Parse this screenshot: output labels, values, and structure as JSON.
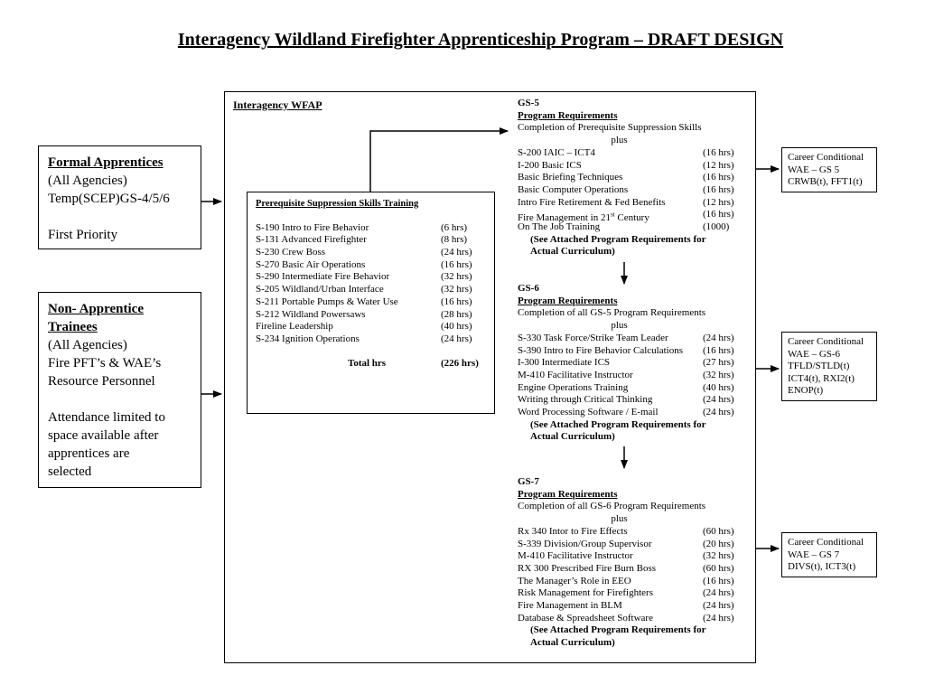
{
  "title": "Interagency Wildland Firefighter Apprenticeship Program – DRAFT DESIGN",
  "formal_apprentices": {
    "heading": "Formal Apprentices",
    "lines": [
      "(All Agencies)",
      "Temp(SCEP)GS-4/5/6"
    ],
    "priority": "First Priority"
  },
  "non_apprentice": {
    "heading_1": "Non- Apprentice",
    "heading_2": "Trainees",
    "lines": [
      "(All Agencies)",
      "Fire PFT’s & WAE’s",
      "Resource Personnel"
    ],
    "note": [
      "Attendance limited to",
      "space available after",
      "apprentices are",
      "selected"
    ]
  },
  "wfap": {
    "label": "Interagency WFAP"
  },
  "prereq": {
    "heading": "Prerequisite Suppression Skills Training",
    "courses": [
      {
        "name": "S-190 Intro to Fire Behavior",
        "hrs": "(6 hrs)"
      },
      {
        "name": "S-131 Advanced Firefighter",
        "hrs": "(8 hrs)"
      },
      {
        "name": "S-230 Crew Boss",
        "hrs": "(24 hrs)"
      },
      {
        "name": "S-270 Basic Air Operations",
        "hrs": "(16 hrs)"
      },
      {
        "name": "S-290 Intermediate Fire Behavior",
        "hrs": "(32 hrs)"
      },
      {
        "name": "S-205 Wildland/Urban Interface",
        "hrs": "(32 hrs)"
      },
      {
        "name": "S-211 Portable Pumps & Water Use",
        "hrs": "(16 hrs)"
      },
      {
        "name": "S-212 Wildland Powersaws",
        "hrs": "(28 hrs)"
      },
      {
        "name": "Fireline Leadership",
        "hrs": "(40 hrs)"
      },
      {
        "name": "S-234 Ignition Operations",
        "hrs": "(24 hrs)"
      }
    ],
    "total_label": "Total hrs",
    "total_hrs": "(226 hrs)"
  },
  "gs5": {
    "grade": "GS-5",
    "req_label": "Program Requirements",
    "completion": "Completion of Prerequisite Suppression Skills",
    "plus": "plus",
    "courses": [
      {
        "name": "S-200 IAIC – ICT4",
        "hrs": "(16 hrs)"
      },
      {
        "name": "I-200 Basic ICS",
        "hrs": "(12 hrs)"
      },
      {
        "name": "Basic Briefing Techniques",
        "hrs": "(16 hrs)"
      },
      {
        "name": "Basic Computer Operations",
        "hrs": "(16 hrs)"
      },
      {
        "name": "Intro Fire Retirement & Fed Benefits",
        "hrs": "(12 hrs)"
      },
      {
        "name_pre": "Fire Management in 21",
        "name_sup": "st",
        "name_post": " Century",
        "hrs": "(16 hrs)"
      },
      {
        "name": "On The Job Training",
        "hrs": "(1000)"
      }
    ],
    "note_1": "(See Attached Program Requirements for",
    "note_2": "Actual Curriculum)"
  },
  "gs6": {
    "grade": "GS-6",
    "req_label": "Program Requirements",
    "completion": "Completion of all GS-5 Program Requirements",
    "plus": "plus",
    "courses": [
      {
        "name": "S-330 Task Force/Strike Team Leader",
        "hrs": "(24 hrs)"
      },
      {
        "name": "S-390 Intro to Fire Behavior Calculations",
        "hrs": "(16 hrs)"
      },
      {
        "name": "I-300 Intermediate ICS",
        "hrs": "(27 hrs)"
      },
      {
        "name": "M-410 Facilitative Instructor",
        "hrs": "(32 hrs)"
      },
      {
        "name": "Engine Operations Training",
        "hrs": "(40 hrs)"
      },
      {
        "name": "Writing through Critical Thinking",
        "hrs": "(24 hrs)"
      },
      {
        "name": "Word Processing Software / E-mail",
        "hrs": "(24 hrs)"
      }
    ],
    "note_1": "(See Attached Program Requirements for",
    "note_2": "Actual Curriculum)"
  },
  "gs7": {
    "grade": "GS-7",
    "req_label": "Program Requirements",
    "completion": "Completion of all GS-6 Program Requirements",
    "plus": "plus",
    "courses": [
      {
        "name": "Rx 340 Intor to Fire Effects",
        "hrs": "(60 hrs)"
      },
      {
        "name": "S-339 Division/Group Supervisor",
        "hrs": "(20 hrs)"
      },
      {
        "name": "M-410 Facilitative Instructor",
        "hrs": "(32 hrs)"
      },
      {
        "name": "RX 300 Prescribed Fire Burn Boss",
        "hrs": "(60 hrs)"
      },
      {
        "name": "The Manager’s Role in EEO",
        "hrs": "(16 hrs)"
      },
      {
        "name": "Risk Management for Firefighters",
        "hrs": "(24 hrs)"
      },
      {
        "name": "Fire Management in BLM",
        "hrs": "(24 hrs)"
      },
      {
        "name": "Database & Spreadsheet Software",
        "hrs": "(24 hrs)"
      }
    ],
    "note_1": "(See Attached Program Requirements for",
    "note_2": "Actual Curriculum)"
  },
  "career_gs5": [
    "Career Conditional",
    "WAE – GS 5",
    "CRWB(t), FFT1(t)"
  ],
  "career_gs6": [
    "Career Conditional",
    "WAE – GS-6",
    "TFLD/STLD(t)",
    "ICT4(t), RXI2(t)",
    "ENOP(t)"
  ],
  "career_gs7": [
    "Career Conditional",
    "WAE – GS 7",
    "DIVS(t), ICT3(t)"
  ]
}
